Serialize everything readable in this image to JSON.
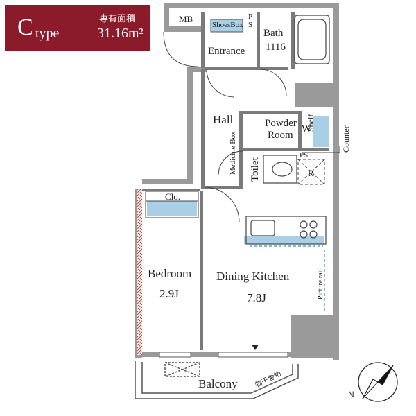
{
  "badge": {
    "letter": "C",
    "type_word": "type",
    "area_label": "専有面積",
    "area_value": "31.16m²",
    "bg_color": "#8b1a2a"
  },
  "rooms": {
    "mb": "MB",
    "shoes_box": "ShoesBox",
    "ps_top": "PS",
    "bath": "Bath",
    "bath_size": "1116",
    "entrance": "Entrance",
    "hall": "Hall",
    "powder_room_1": "Powder",
    "powder_room_2": "Room",
    "washer": "W",
    "shelf": "Shelf",
    "counter": "Counter",
    "medicine_box": "Medicine Box",
    "toilet": "Toilet",
    "ps_mid": "PS",
    "refrigerator": "R",
    "closet": "Clo.",
    "bedroom": "Bedroom",
    "bedroom_size": "2.9J",
    "dining_kitchen": "Dining Kitchen",
    "dining_kitchen_size": "7.8J",
    "picture_rail": "Picture rail",
    "balcony": "Balcony",
    "drying_hardware": "物干金物",
    "compass_n": "N"
  },
  "colors": {
    "wall": "#6e6e6e",
    "blue_fill": "#a8cfe6",
    "blue_dash": "#3a8fc9"
  }
}
